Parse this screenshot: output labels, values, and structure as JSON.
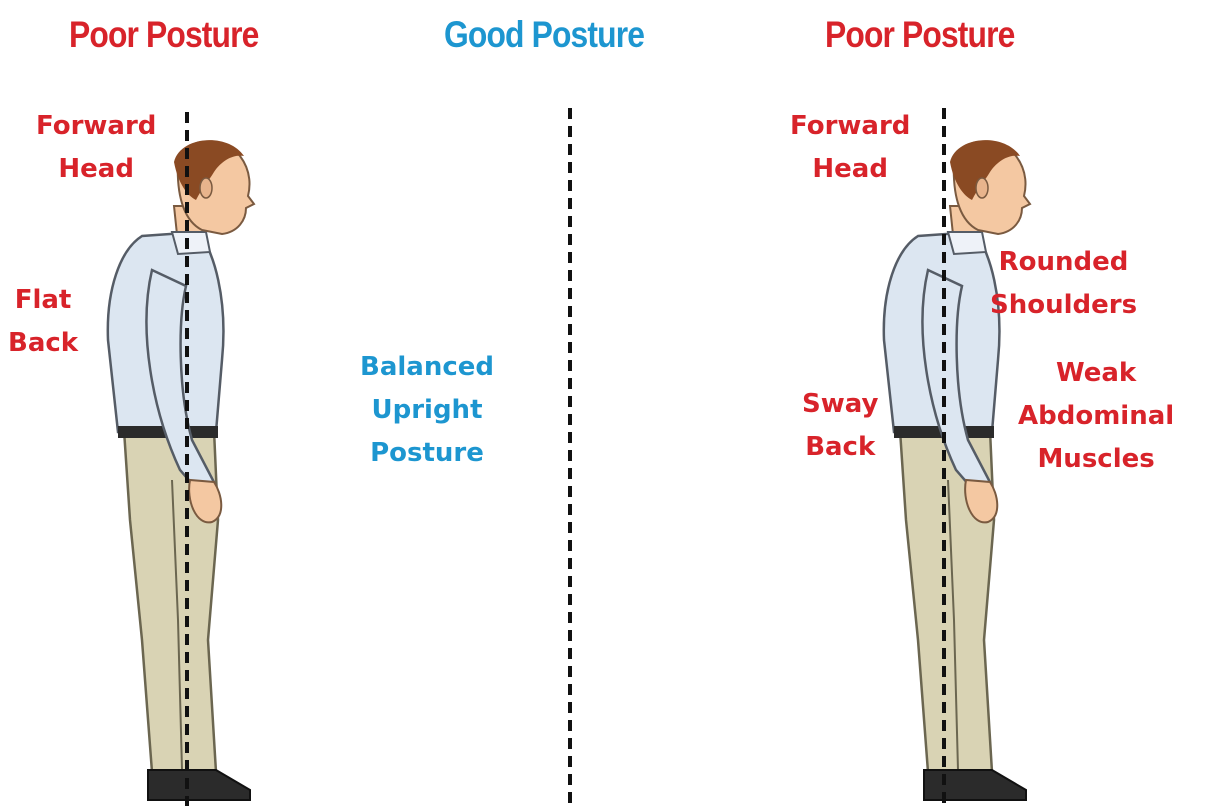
{
  "colors": {
    "poor": "#d8232a",
    "good": "#1d96d0",
    "shirt": "#dce6f1",
    "pants": "#d9d3b4",
    "hair": "#8a4a23",
    "skin": "#f4c8a2",
    "shoe": "#2b2b2b"
  },
  "panels": [
    {
      "title": "Poor Posture",
      "labels": [
        {
          "lines": [
            "Forward",
            "Head"
          ]
        },
        {
          "lines": [
            "Flat",
            "Back"
          ]
        }
      ]
    },
    {
      "title": "Good Posture",
      "labels": [
        {
          "lines": [
            "Balanced",
            "Upright",
            "Posture"
          ]
        }
      ]
    },
    {
      "title": "Poor Posture",
      "labels": [
        {
          "lines": [
            "Forward",
            "Head"
          ]
        },
        {
          "lines": [
            "Rounded",
            "Shoulders"
          ]
        },
        {
          "lines": [
            "Weak",
            "Abdominal",
            "Muscles"
          ]
        },
        {
          "lines": [
            "Sway",
            "Back"
          ]
        }
      ]
    }
  ]
}
